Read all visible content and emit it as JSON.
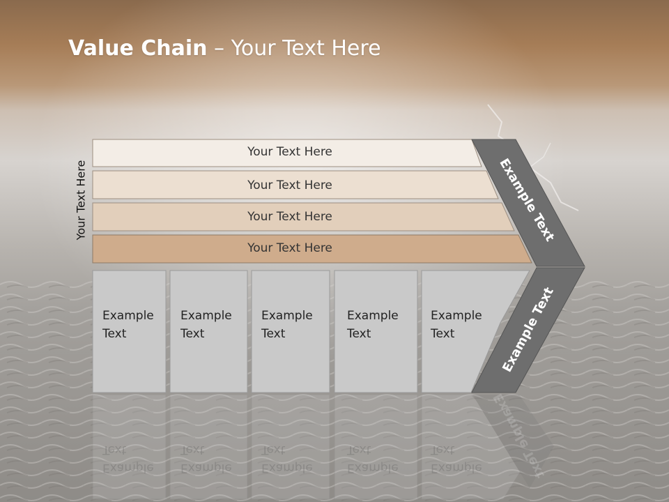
{
  "title": {
    "bold": "Value Chain",
    "rest": " – Your Text Here"
  },
  "side_label": "Your Text Here",
  "bands": [
    {
      "label": "Your Text Here",
      "color": "#f3ede6"
    },
    {
      "label": "Your Text Here",
      "color": "#ecdfd1"
    },
    {
      "label": "Your Text Here",
      "color": "#e2cfbb"
    },
    {
      "label": "Your Text Here",
      "color": "#cfac8c"
    }
  ],
  "boxes": [
    {
      "line1": "Example",
      "line2": "Text"
    },
    {
      "line1": "Example",
      "line2": "Text"
    },
    {
      "line1": "Example",
      "line2": "Text"
    },
    {
      "line1": "Example",
      "line2": "Text"
    },
    {
      "line1": "Example",
      "line2": "Text"
    }
  ],
  "arrow": {
    "top_label": "Example Text",
    "bottom_label": "Example Text",
    "color": "#6e6e6e"
  },
  "colors": {
    "header": "#a57a55",
    "box_fill": "#c9c9c9",
    "box_border": "#9a9a9a"
  }
}
